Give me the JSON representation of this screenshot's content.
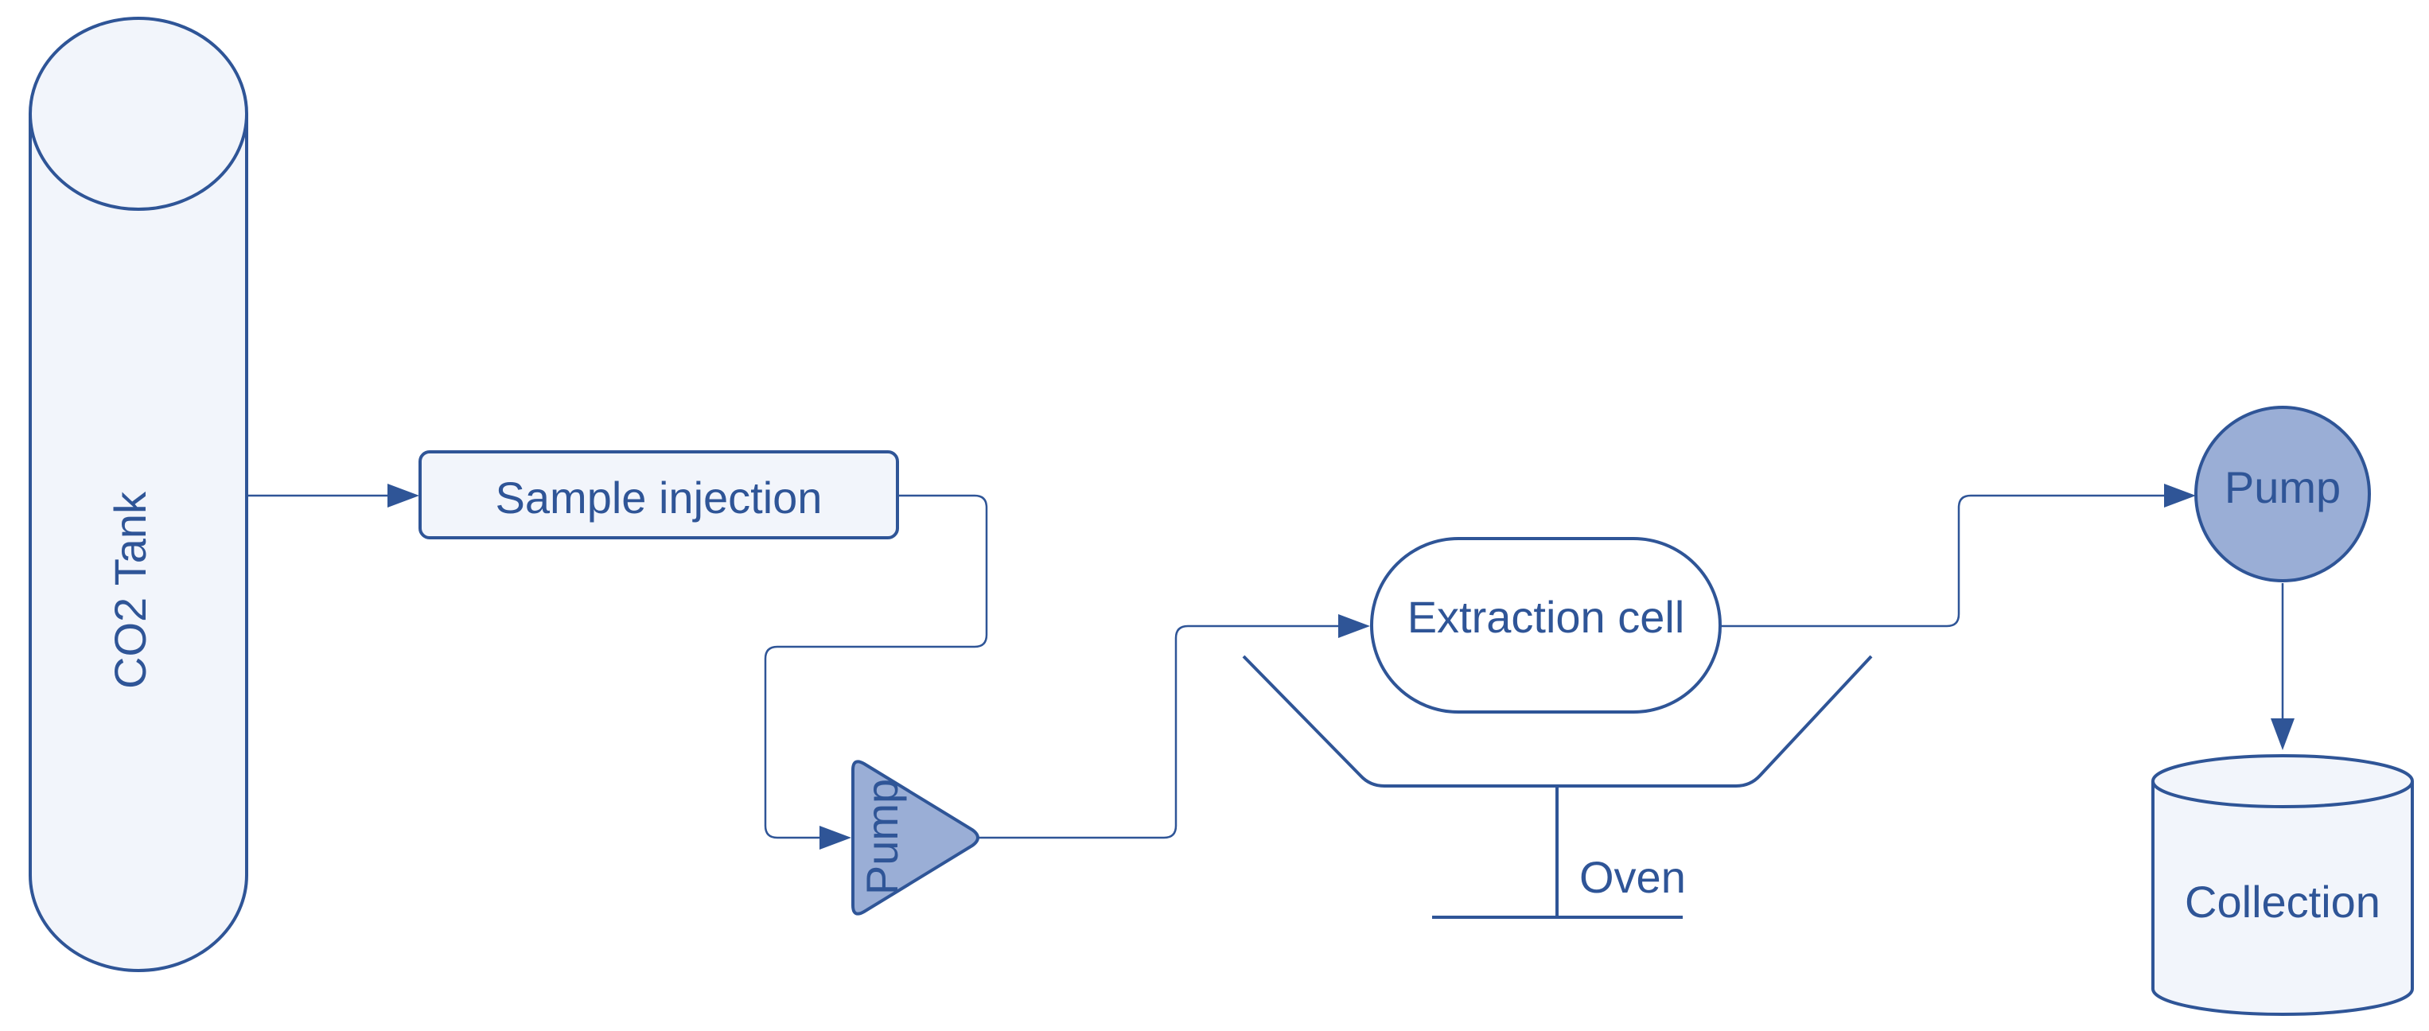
{
  "labels": {
    "co2_tank": "CO2 Tank",
    "sample_injection": "Sample injection",
    "pump_triangle": "Pump",
    "extraction_cell": "Extraction cell",
    "oven": "Oven",
    "pump_circle": "Pump",
    "collection": "Collection"
  },
  "colors": {
    "stroke": "#2f5597",
    "light_fill": "#f2f5fb",
    "pump_fill": "#9aaed6",
    "text": "#2f5597"
  }
}
